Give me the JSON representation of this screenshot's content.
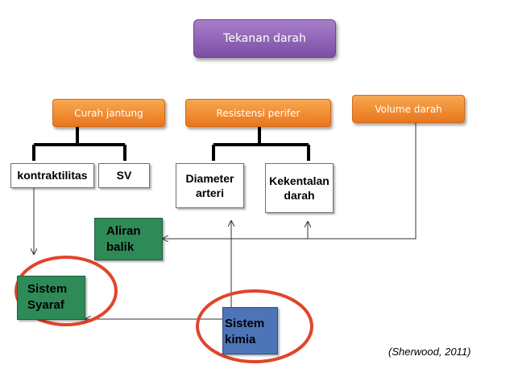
{
  "title": "Tekanan darah",
  "level1": {
    "curah_jantung": "Curah jantung",
    "resistensi_perifer": "Resistensi perifer",
    "volume_darah": "Volume darah"
  },
  "level2": {
    "kontraktilitas": "kontraktilitas",
    "sv": "SV",
    "diameter_arteri": "Diameter\narteri",
    "kekentalan_darah": "Kekentalan\ndarah"
  },
  "aliran_balik": "Aliran\nbalik",
  "sistem_syaraf": "Sistem\nSyaraf",
  "sistem_kimia": "Sistem\nkimia",
  "citation": "(Sherwood, 2011)",
  "colors": {
    "title_fill": "#8e62b5",
    "level1_fill": "#ee8a2c",
    "green_fill": "#2e8b57",
    "blue_fill": "#4d74b8",
    "highlight_ring": "#e0452a",
    "connector": "#000000",
    "feedback_line": "#333333"
  }
}
